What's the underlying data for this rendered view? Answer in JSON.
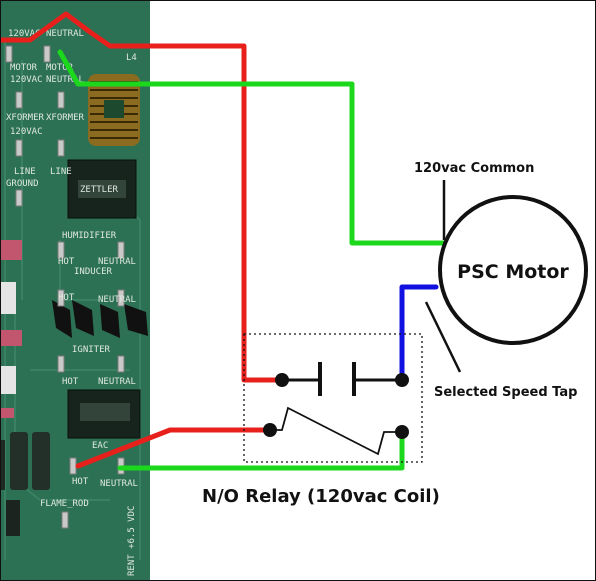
{
  "labels": {
    "common": "120vac Common",
    "motor": "PSC Motor",
    "speed_tap": "Selected Speed Tap",
    "relay": "N/O Relay (120vac Coil)"
  },
  "board": {
    "terminals": [
      "120VAC",
      "NEUTRAL",
      "MOTOR",
      "MOTOR",
      "120VAC",
      "NEUTRAL",
      "XFORMER",
      "XFORMER",
      "120VAC",
      "LINE",
      "LINE",
      "GROUND",
      "HUMIDIFIER",
      "HOT",
      "NEUTRAL",
      "INDUCER",
      "HOT",
      "NEUTRAL",
      "IGNITER",
      "HOT",
      "NEUTRAL",
      "EAC",
      "HOT",
      "NEUTRAL",
      "FLAME_ROD"
    ],
    "inductor_label": "L4",
    "chip_brand": "ZETTLER",
    "edge_text": "RENT +6.5 VDC"
  },
  "colors": {
    "hot_wire": "#e8201c",
    "neutral_wire": "#1cd81c",
    "tap_wire": "#1010e0",
    "board": "#2d7155",
    "text": "#111111"
  }
}
